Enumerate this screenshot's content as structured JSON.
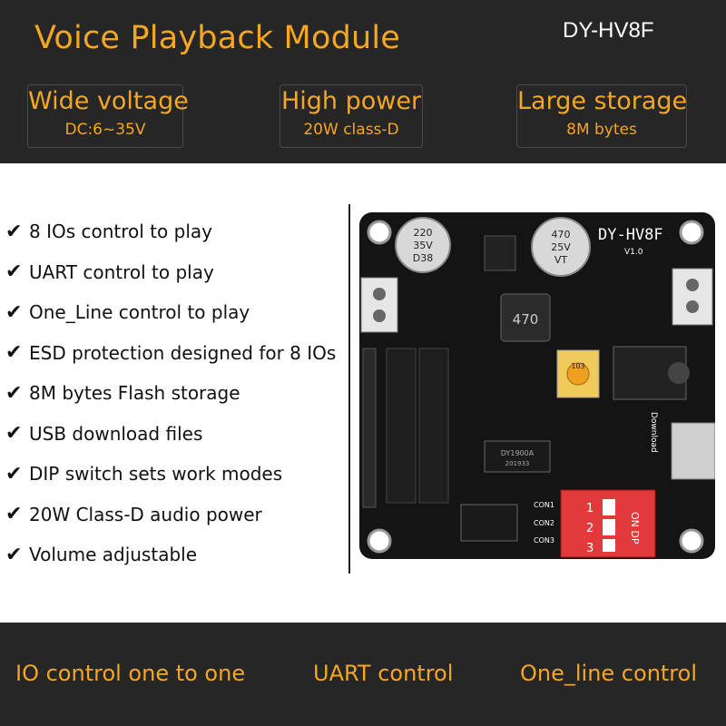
{
  "header": {
    "title": "Voice Playback Module",
    "model": "DY-HV8F",
    "features": [
      {
        "heading": "Wide voltage",
        "sub": "DC:6~35V"
      },
      {
        "heading": "High power",
        "sub": "20W class-D"
      },
      {
        "heading": "Large storage",
        "sub": "8M bytes"
      }
    ]
  },
  "features_list": [
    "8 IOs control to play",
    "UART control to play",
    "One_Line control to play",
    "ESD protection designed for 8 IOs",
    "8M bytes Flash storage",
    "USB download files",
    "DIP switch sets  work modes",
    "20W Class-D audio power",
    "Volume adjustable"
  ],
  "board": {
    "label": "DY-HV8F",
    "version": "V1.0",
    "cap1": [
      "220",
      "35V",
      "D38"
    ],
    "cap2": [
      "470",
      "25V",
      "VT"
    ],
    "inductor": "470",
    "pot": "103",
    "chip": "DY1900A",
    "chip2": "201933",
    "download": "Download",
    "connectors": [
      "CON1",
      "CON2",
      "CON3"
    ],
    "dip_on": "ON DP",
    "dip_nums": [
      "1",
      "2",
      "3"
    ]
  },
  "modes": [
    "IO control one to one",
    "UART control",
    "One_line control"
  ],
  "colors": {
    "accent": "#f5a623",
    "band": "#262626",
    "pcb": "#141414",
    "dip": "#e23a3a"
  }
}
